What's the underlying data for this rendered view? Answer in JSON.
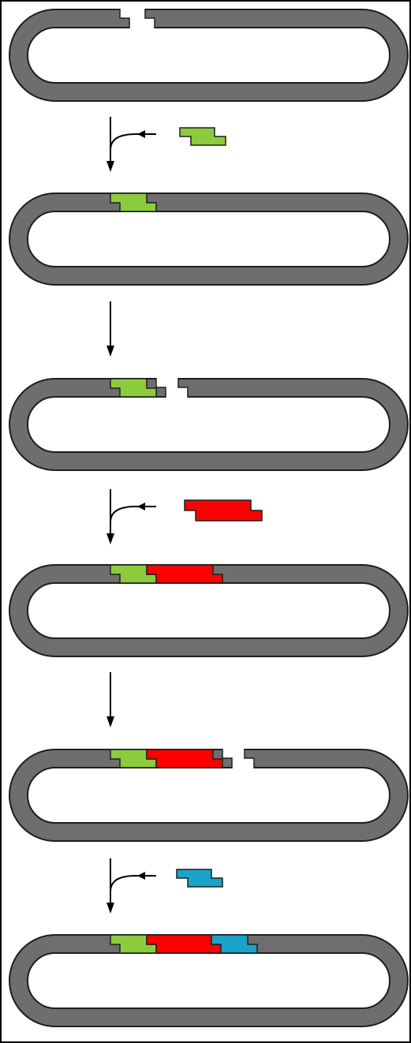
{
  "colors": {
    "ring": "#6e6e6e",
    "ring_outline": "#1e1e1e",
    "background": "#ffffff",
    "arrow": "#000000",
    "frame": "#000000",
    "insert_1": "#8ccc3c",
    "insert_2": "#ff0000",
    "insert_3": "#1aa3c9"
  },
  "stages": [
    {
      "state": "gap",
      "inserts": []
    },
    {
      "state": "closed",
      "inserts": [
        "insert_1"
      ]
    },
    {
      "state": "gap",
      "inserts": [
        "insert_1"
      ]
    },
    {
      "state": "closed",
      "inserts": [
        "insert_1",
        "insert_2"
      ]
    },
    {
      "state": "gap",
      "inserts": [
        "insert_1",
        "insert_2"
      ]
    },
    {
      "state": "closed",
      "inserts": [
        "insert_1",
        "insert_2",
        "insert_3"
      ]
    }
  ],
  "steps": [
    {
      "type": "insertion",
      "fragment": "insert_1"
    },
    {
      "type": "cleavage"
    },
    {
      "type": "insertion",
      "fragment": "insert_2"
    },
    {
      "type": "cleavage"
    },
    {
      "type": "insertion",
      "fragment": "insert_3"
    }
  ]
}
